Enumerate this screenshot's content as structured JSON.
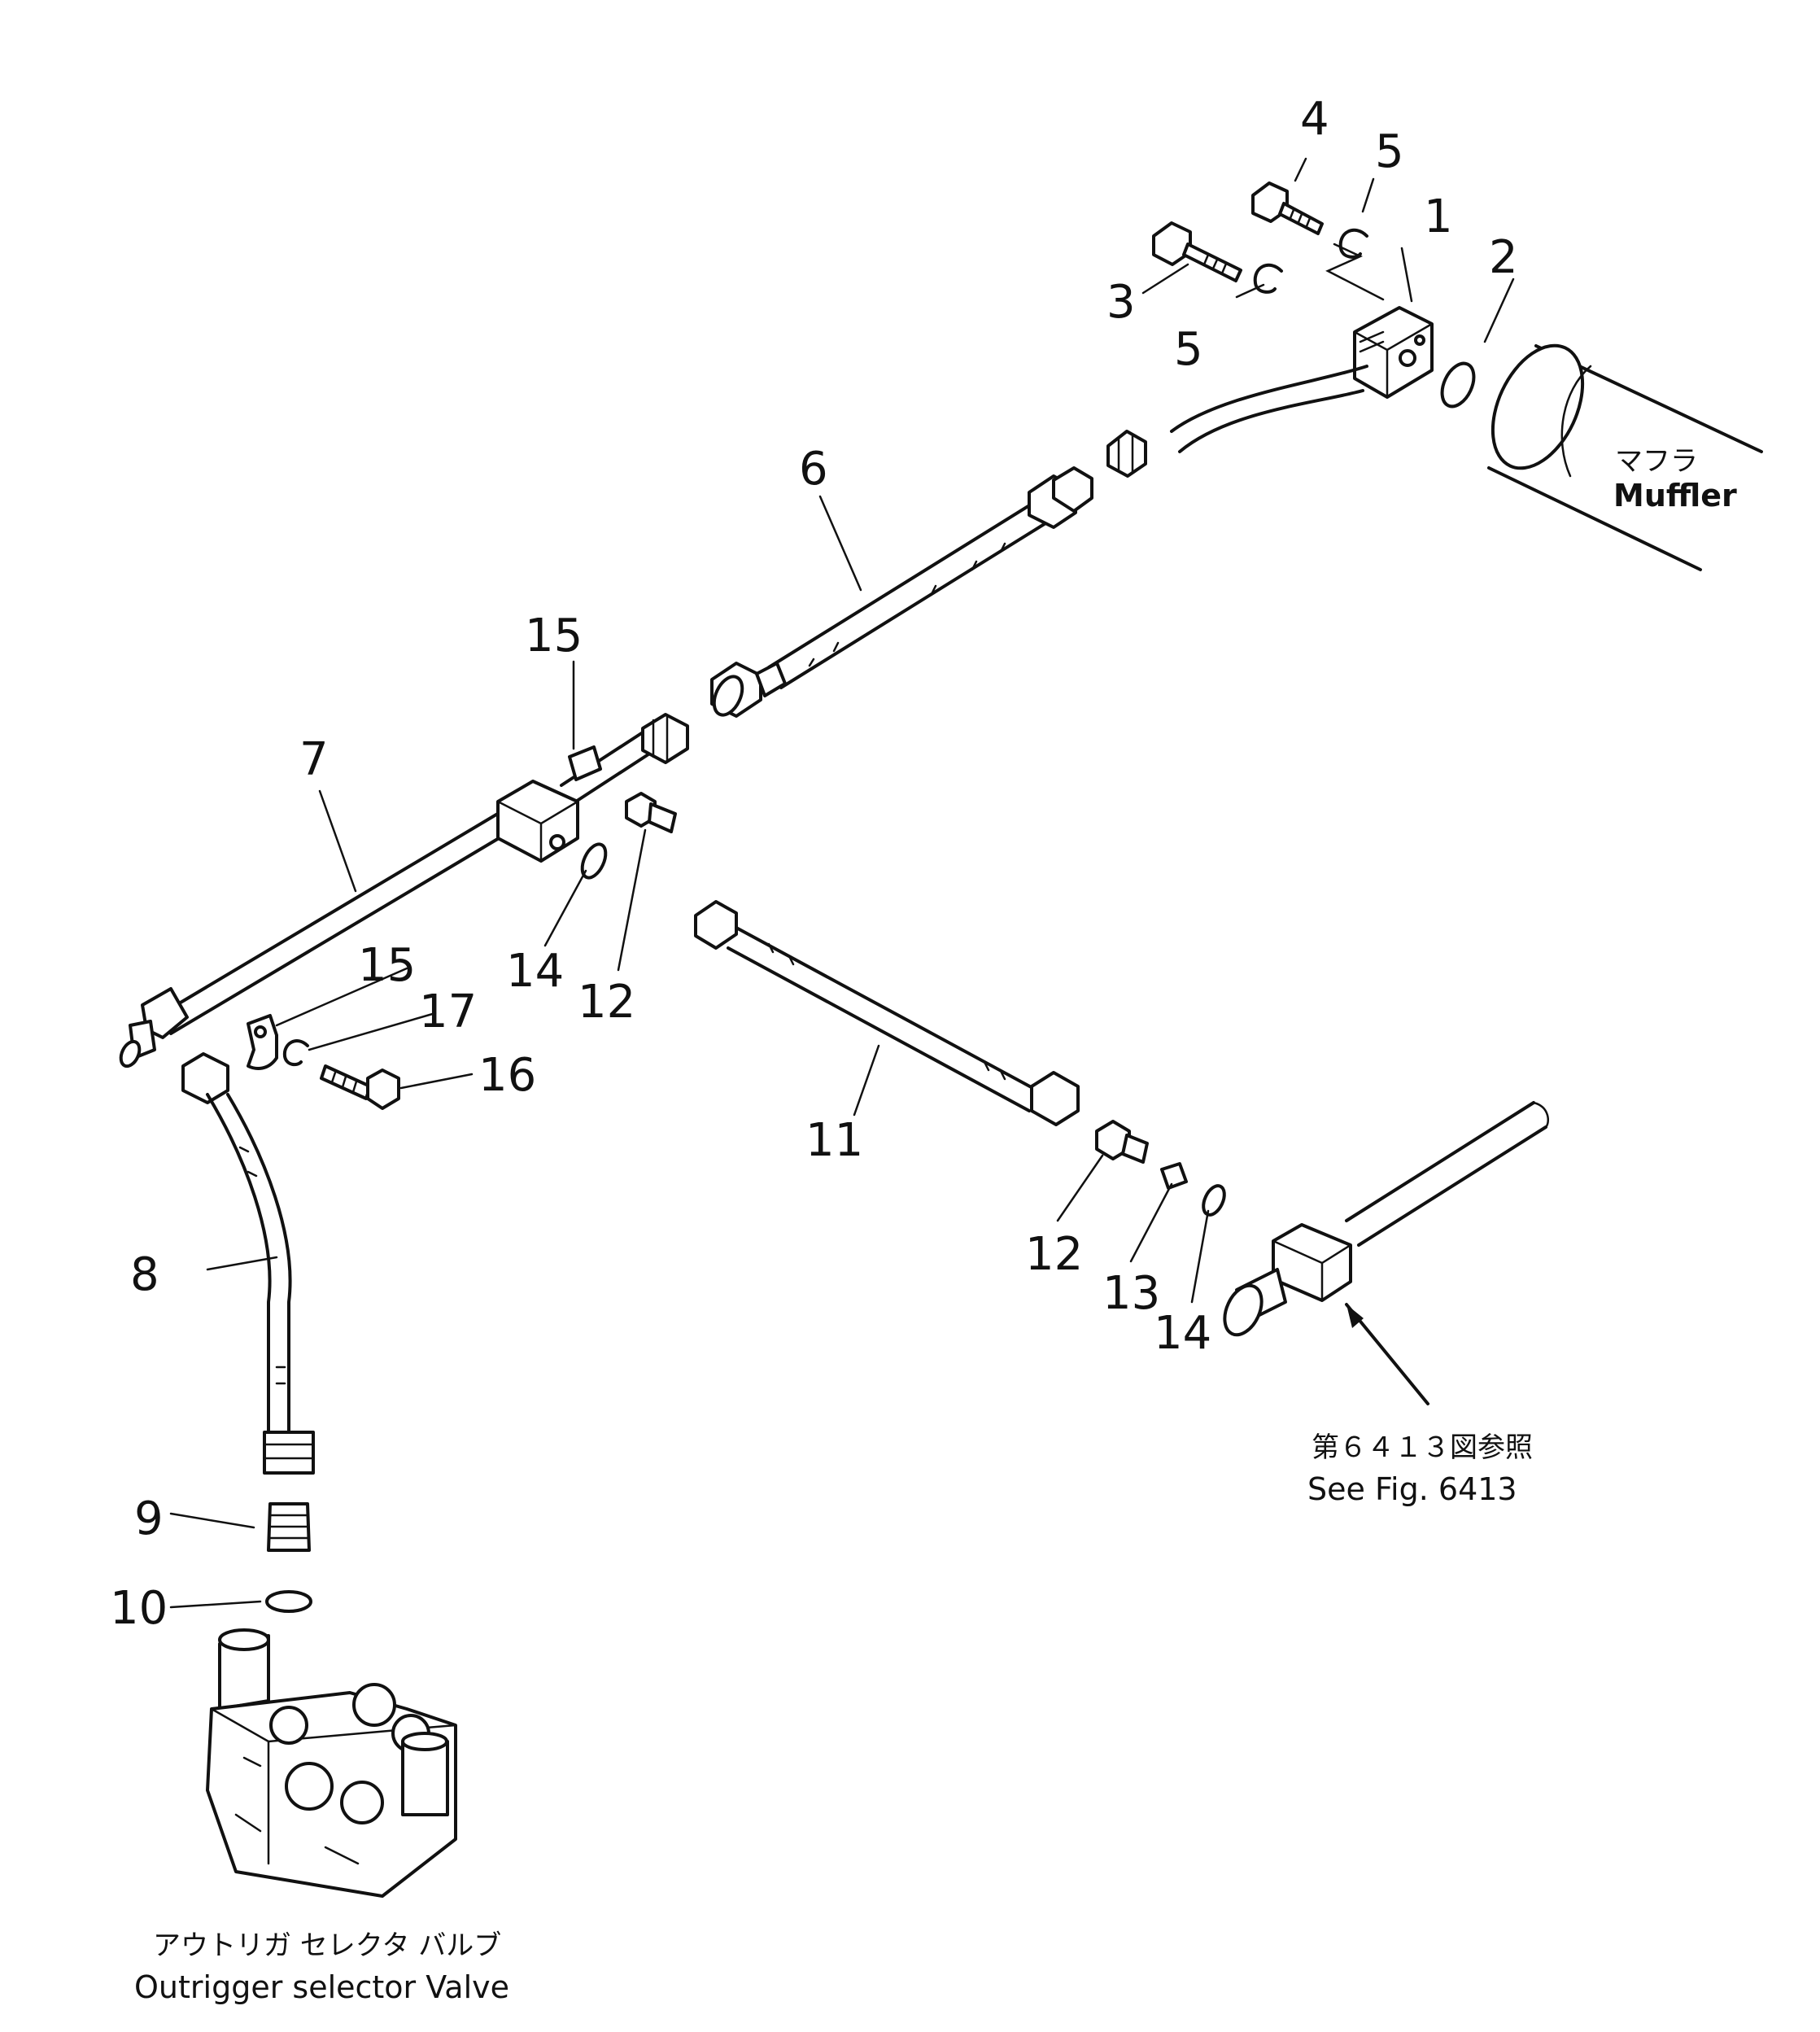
{
  "diagram": {
    "callouts": [
      {
        "id": "c1",
        "label": "1"
      },
      {
        "id": "c2",
        "label": "2"
      },
      {
        "id": "c3",
        "label": "3"
      },
      {
        "id": "c4",
        "label": "4"
      },
      {
        "id": "c5a",
        "label": "5"
      },
      {
        "id": "c5b",
        "label": "5"
      },
      {
        "id": "c6",
        "label": "6"
      },
      {
        "id": "c7",
        "label": "7"
      },
      {
        "id": "c8",
        "label": "8"
      },
      {
        "id": "c9",
        "label": "9"
      },
      {
        "id": "c10",
        "label": "10"
      },
      {
        "id": "c11",
        "label": "11"
      },
      {
        "id": "c12a",
        "label": "12"
      },
      {
        "id": "c12b",
        "label": "12"
      },
      {
        "id": "c13",
        "label": "13"
      },
      {
        "id": "c14a",
        "label": "14"
      },
      {
        "id": "c14b",
        "label": "14"
      },
      {
        "id": "c15a",
        "label": "15"
      },
      {
        "id": "c15b",
        "label": "15"
      },
      {
        "id": "c16",
        "label": "16"
      },
      {
        "id": "c17",
        "label": "17"
      }
    ],
    "muffler": {
      "label_jp": "マフラ",
      "label_en": "Muffler"
    },
    "reference": {
      "label_jp": "第６４１３図参照",
      "label_en": "See Fig. 6413"
    },
    "valve": {
      "label_jp": "アウトリガ セレクタ バルブ",
      "label_en": "Outrigger selector Valve"
    }
  }
}
